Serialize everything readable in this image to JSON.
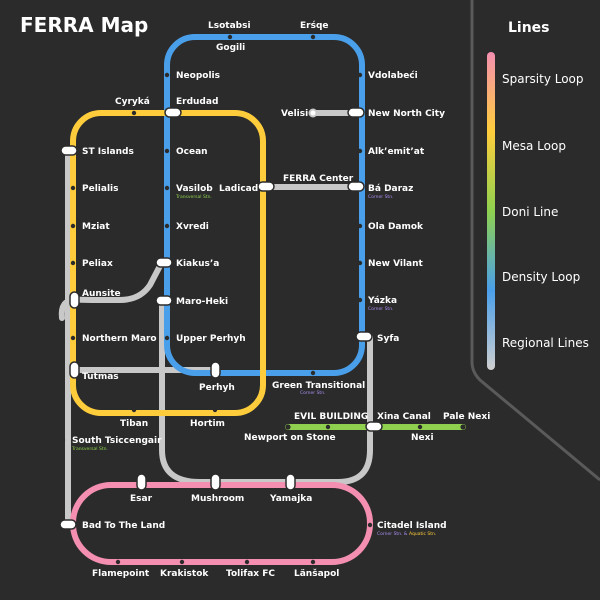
{
  "title": "FERRA Map",
  "legend": {
    "title": "Lines",
    "items": [
      {
        "label": "Sparsity Loop",
        "color": "#f48fb1"
      },
      {
        "label": "Mesa Loop",
        "color": "#ffcd3c"
      },
      {
        "label": "Doni Line",
        "color": "#8fd14f"
      },
      {
        "label": "Density Loop",
        "color": "#4a9fea"
      },
      {
        "label": "Regional Lines",
        "color": "#d0d0d0"
      }
    ]
  },
  "colors": {
    "background": "#2b2b2b",
    "sparsity": "#f48fb1",
    "mesa": "#ffcd3c",
    "doni": "#8fd14f",
    "density": "#4a9fea",
    "regional": "#c8c8c8",
    "station_dot": "#2b2b2b",
    "interchange_fill": "#ffffff",
    "transversal_note": "#8fd14f",
    "corner_note": "#a98ef0",
    "aquatic_note": "#ffcd3c"
  },
  "stations": {
    "lsotabsi": "Lsotabsi",
    "ersqe": "Erśqe",
    "gogili": "Gogili",
    "neopolis": "Neopolis",
    "vdolabeci": "Vdolabeći",
    "cyryka": "Cyryká",
    "erdudad": "Erdudad",
    "velisi": "Velisi",
    "new_north_city": "New North City",
    "st_islands": "ST Islands",
    "ocean": "Ocean",
    "alkemitat": "Alk’emit’at",
    "pelialis": "Pelialis",
    "vasilob": "Vasilob",
    "ladicad": "Ladicad",
    "ferra_center": "FERRA Center",
    "ba_daraz": "Bá Daraz",
    "mziat": "Mziat",
    "xvredi": "Xvredi",
    "ola_damok": "Ola Damok",
    "peliax": "Peliax",
    "kiakusa": "Kiakus’a",
    "new_vilant": "New Vilant",
    "aunsite": "Aunsite",
    "maro_heki": "Maro-Heki",
    "yazka": "Yázka",
    "northern_maro": "Northern Maro",
    "upper_perhyh": "Upper Perhyh",
    "syfa": "Syfa",
    "tutmas": "Tutmas",
    "perhyh": "Perhyh",
    "green_transitional": "Green Transitional",
    "evil_building": "EVIL BUILDING",
    "xina_canal": "Xina Canal",
    "pale_nexi": "Pale Nexi",
    "tiban": "Tiban",
    "hortim": "Hortim",
    "newport_on_stone": "Newport on Stone",
    "nexi": "Nexi",
    "south_tsiccengair": "South Tsiccengair",
    "esar": "Esar",
    "mushroom": "Mushroom",
    "yamajka": "Yamajka",
    "bad_to_the_land": "Bad To The Land",
    "citadel_island": "Citadel Island",
    "flamepoint": "Flamepoint",
    "krakistok": "Krakistok",
    "tolifax_fc": "Tolifax FC",
    "lansapol": "Länšapol"
  },
  "notes": {
    "transversal_stn": "Transversal Stn.",
    "corner_stn": "Corner Stn.",
    "corner_stn_amp": "Corner Stn. &",
    "aquatic_stn": "Aquatic Stn."
  }
}
